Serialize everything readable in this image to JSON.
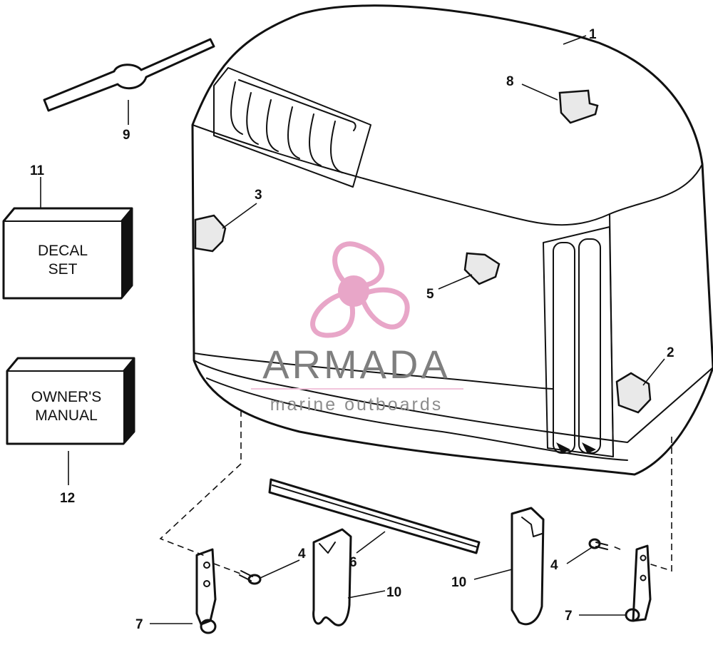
{
  "callouts": {
    "n1": "1",
    "n2": "2",
    "n3": "3",
    "n4a": "4",
    "n4b": "4",
    "n5": "5",
    "n6": "6",
    "n7a": "7",
    "n7b": "7",
    "n8": "8",
    "n9": "9",
    "n10a": "10",
    "n10b": "10",
    "n11": "11",
    "n12": "12"
  },
  "boxes": {
    "decal_line1": "DECAL",
    "decal_line2": "SET",
    "manual_line1": "OWNER'S",
    "manual_line2": "MANUAL"
  },
  "watermark": {
    "title": "ARMADA",
    "subtitle": "marine outboards",
    "logo_color": "#e8a6c8",
    "logo_hub_color": "#f2c4dc",
    "icon": "propeller-icon"
  }
}
